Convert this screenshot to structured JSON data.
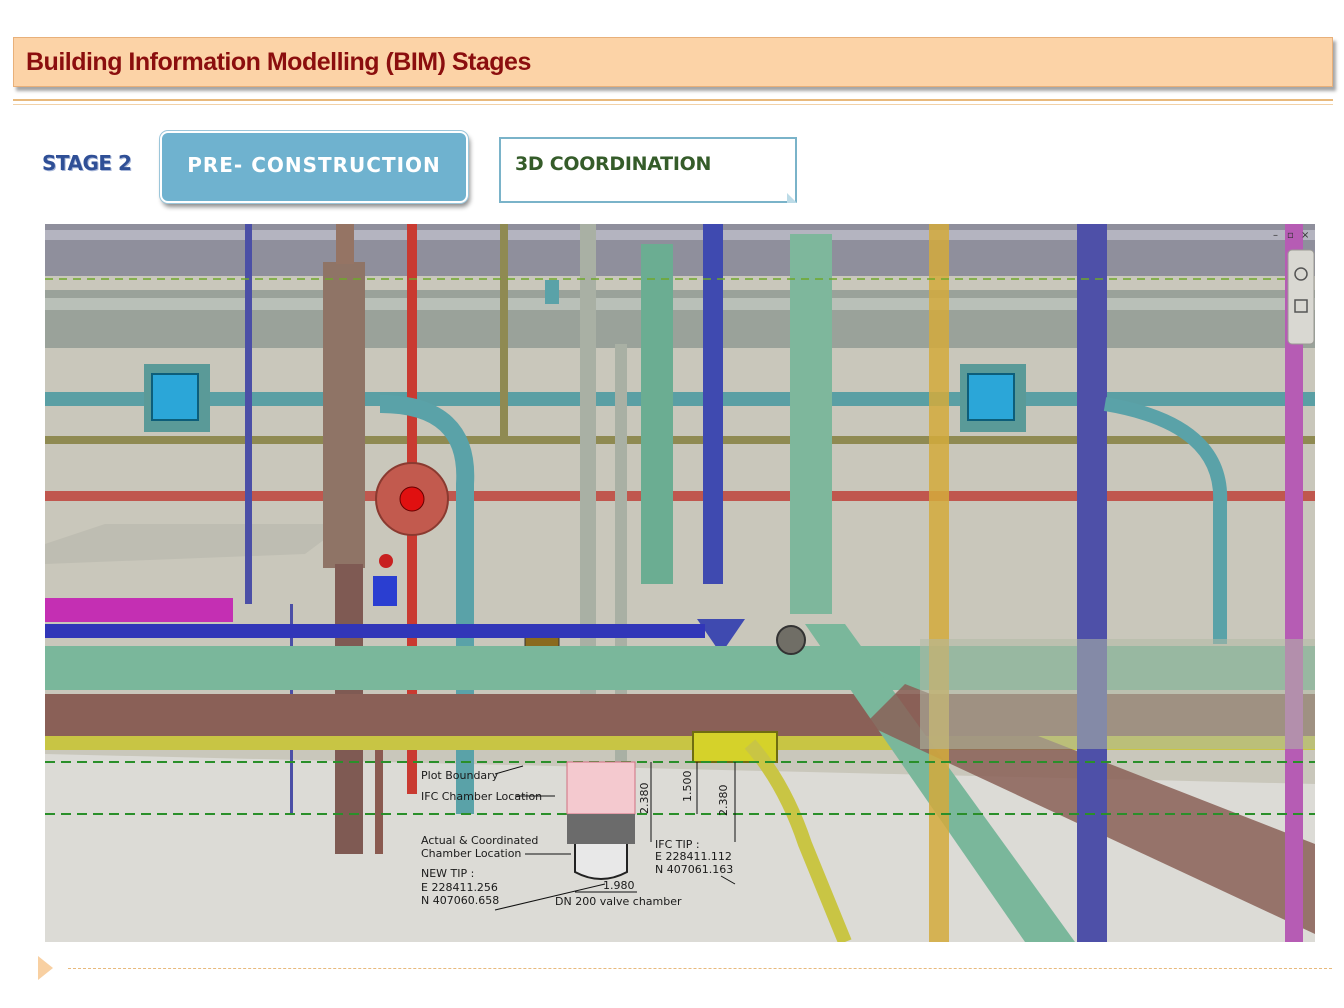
{
  "header": {
    "title": "Building Information Modelling (BIM) Stages"
  },
  "stage": {
    "label": "STAGE 2",
    "phase_label": "PRE- CONSTRUCTION",
    "topic_label": "3D COORDINATION"
  },
  "model_view": {
    "window_controls": [
      "–",
      "▫",
      "×"
    ],
    "annotations": {
      "plot_boundary": "Plot Boundary",
      "ifc_chamber": "IFC Chamber Location",
      "actual_line1": "Actual & Coordinated",
      "actual_line2": "Chamber Location",
      "new_tip": "NEW TIP :",
      "new_e": "E 228411.256",
      "new_n": "N 407060.658",
      "ifc_tip": "IFC TIP :",
      "ifc_e": "E 228411.112",
      "ifc_n": "N 407061.163",
      "dn_chamber": "DN 200 valve chamber",
      "dim_1": "2.380",
      "dim_2": "1.500",
      "dim_3": "2.380",
      "dim_4": "1.980"
    }
  },
  "colors": {
    "title_text": "#8b0e0e",
    "title_bg": "#fcd3a7",
    "stage_text": "#2f4f96",
    "phase_bg": "#6fb2cf",
    "topic_text": "#355c2a"
  }
}
